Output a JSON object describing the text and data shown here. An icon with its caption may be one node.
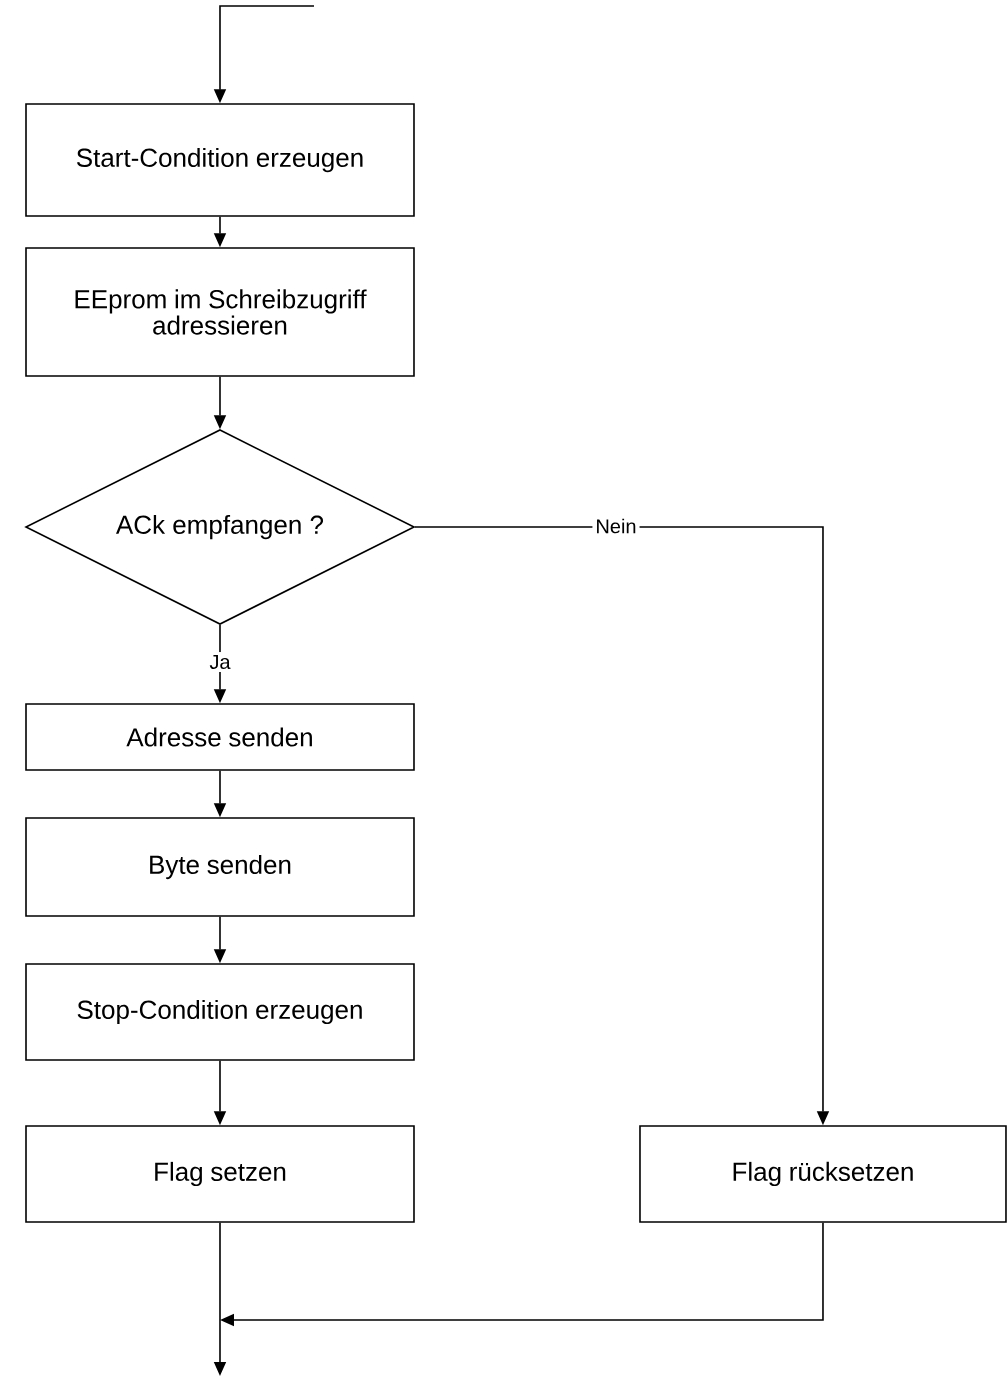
{
  "diagram": {
    "nodes": [
      {
        "text": [
          "Start-Condition erzeugen"
        ]
      },
      {
        "text": [
          "EEprom im Schreibzugriff adressieren"
        ]
      },
      {
        "text": [
          "ACk empfangen ?"
        ]
      },
      {
        "text": [
          "Adresse senden"
        ]
      },
      {
        "text": [
          "Byte senden"
        ]
      },
      {
        "text": [
          "Stop-Condition erzeugen"
        ]
      },
      {
        "text": [
          "Flag setzen"
        ]
      },
      {
        "text": [
          "Flag rücksetzen"
        ]
      }
    ],
    "edges": [
      {
        "from": null,
        "to": 0,
        "arrow": "to"
      },
      {
        "from": 0,
        "to": 1,
        "arrow": "to"
      },
      {
        "from": 1,
        "to": 2,
        "arrow": "to"
      },
      {
        "from": 2,
        "to": 3,
        "arrow": "to",
        "label": "Ja"
      },
      {
        "from": 3,
        "to": 4,
        "arrow": "to"
      },
      {
        "from": 4,
        "to": 5,
        "arrow": "to"
      },
      {
        "from": 5,
        "to": 6,
        "arrow": "to"
      },
      {
        "from": 2,
        "to": 7,
        "arrow": "to",
        "label": "Nein"
      },
      {
        "from": 6,
        "to": null,
        "arrow": "to"
      },
      {
        "from": 7,
        "to": null,
        "arrow": "to"
      }
    ]
  }
}
